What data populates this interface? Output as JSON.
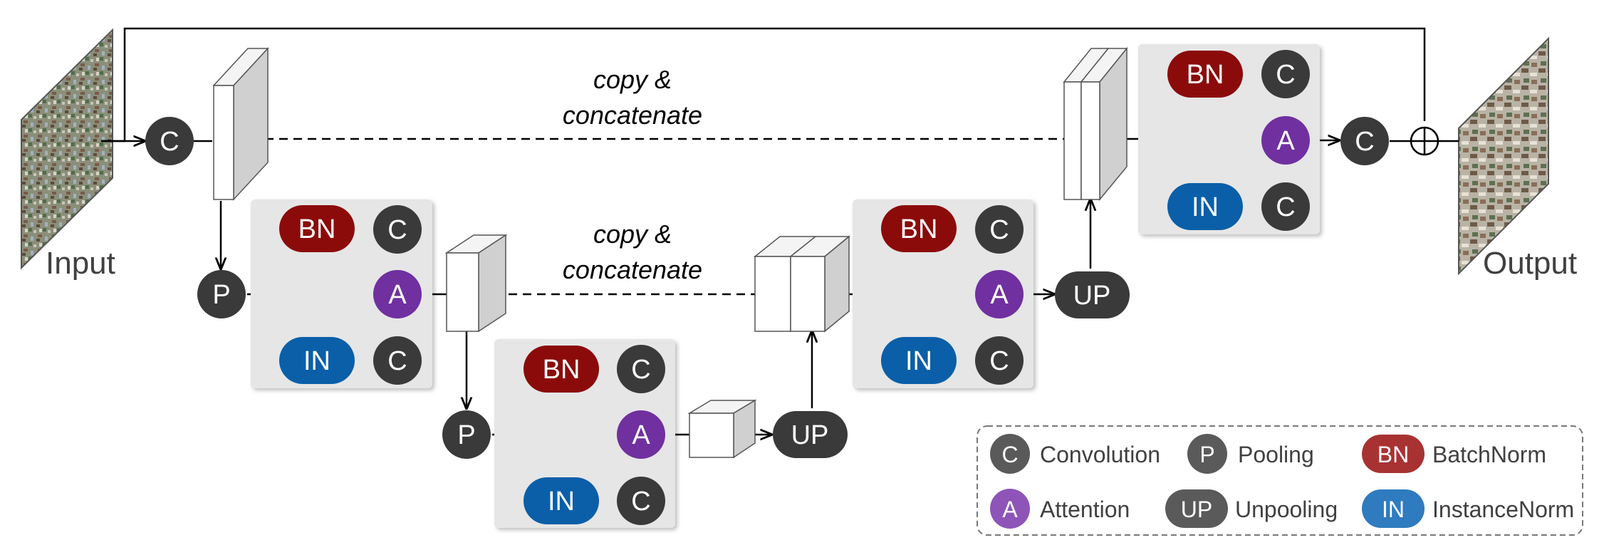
{
  "labels": {
    "input": "Input",
    "output": "Output",
    "copy_top_line1": "copy &",
    "copy_top_line2": "concatenate",
    "copy_mid_line1": "copy &",
    "copy_mid_line2": "concatenate"
  },
  "nodes": {
    "conv": "C",
    "pool": "P",
    "bn": "BN",
    "in": "IN",
    "att": "A",
    "up": "UP"
  },
  "legend": {
    "items": [
      {
        "symbol": "C",
        "label": "Convolution"
      },
      {
        "symbol": "P",
        "label": "Pooling"
      },
      {
        "symbol": "BN",
        "label": "BatchNorm"
      },
      {
        "symbol": "A",
        "label": "Attention"
      },
      {
        "symbol": "UP",
        "label": "Unpooling"
      },
      {
        "symbol": "IN",
        "label": "InstanceNorm"
      }
    ]
  },
  "colors": {
    "conv": "#3a3a3a",
    "bn": "#8b0b0b",
    "in": "#0a5fa8",
    "att": "#7030a0",
    "legend_conv": "#5a5a5a",
    "legend_bn": "#a83232",
    "legend_in": "#2e7bbf",
    "legend_att": "#8e54b8",
    "block_bg": "#e6e6e6"
  }
}
